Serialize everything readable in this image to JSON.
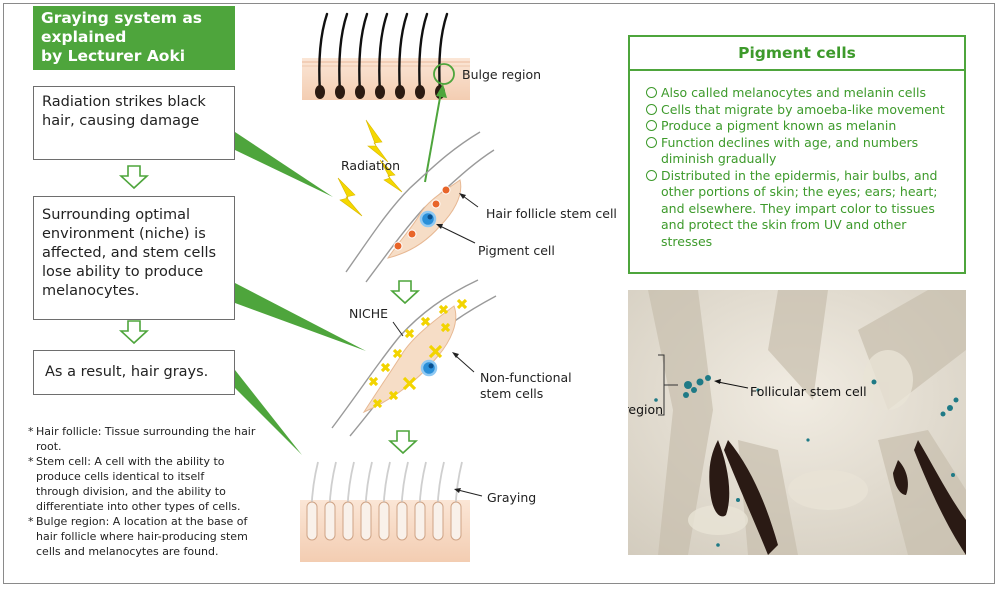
{
  "title": {
    "line1": "Graying system as",
    "line2": "explained",
    "line3": "by Lecturer Aoki"
  },
  "steps": [
    "Radiation strikes black hair, causing damage",
    "Surrounding optimal environment (niche) is affected, and stem cells lose ability to produce melanocytes.",
    "As a result, hair grays."
  ],
  "notes": [
    "Hair follicle: Tissue surrounding the hair root.",
    "Stem cell: A cell with the ability to produce cells identical to itself through division, and the ability to differentiate into other types of cells.",
    "Bulge region: A location at the base of hair follicle where hair-producing stem cells and melanocytes are found."
  ],
  "note_marker": "*",
  "diagram_labels": {
    "bulge_region": "Bulge region",
    "radiation": "Radiation",
    "hair_follicle_stem_cell": "Hair follicle stem cell",
    "pigment_cell": "Pigment cell",
    "niche": "NICHE",
    "non_functional_line1": "Non-functional",
    "non_functional_line2": "stem cells",
    "graying": "Graying"
  },
  "pigment_cells": {
    "title": "Pigment cells",
    "items": [
      "Also called melanocytes and melanin cells",
      "Cells that migrate by amoeba-like movement",
      "Produce a pigment known as melanin",
      "Function declines with age, and numbers diminish gradually",
      "Distributed in the epidermis, hair bulbs, and other portions of skin; the eyes; ears; heart; and elsewhere.  They impart color to tissues and protect the skin from UV and other stresses"
    ]
  },
  "photo_labels": {
    "follicular_stem_cell": "Follicular stem cell",
    "bulge_region": "Bulge region"
  },
  "colors": {
    "accent_green": "#4ea53c",
    "text_green": "#3d9a2b",
    "radiation_yellow": "#f5d800",
    "stem_cell_blue": "#2a8fd8",
    "pigment_orange": "#e8652a",
    "skin": "#f6d8c0"
  }
}
